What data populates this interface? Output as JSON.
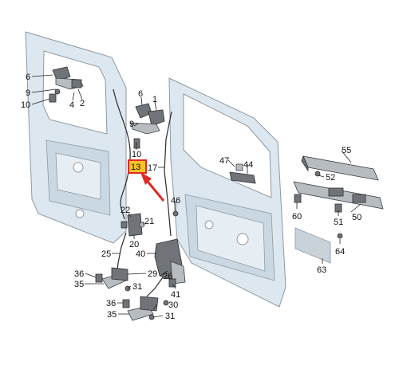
{
  "diagram": {
    "highlight_label": "13",
    "highlight_color": "#e02a2a",
    "box_fill": "#f5c425",
    "labels": {
      "l6a": "6",
      "l9a": "9",
      "l10a": "10",
      "l4a": "4",
      "l2a": "2",
      "l6b": "6",
      "l1": "1",
      "l9b": "9",
      "l10b": "10",
      "l17": "17",
      "l47": "47",
      "l44": "44",
      "l55": "55",
      "l52": "52",
      "l46": "46",
      "l22": "22",
      "l21": "21",
      "l20": "20",
      "l25": "25",
      "l40": "40",
      "l60": "60",
      "l51": "51",
      "l50": "50",
      "l64": "64",
      "l63": "63",
      "l36a": "36",
      "l29": "29",
      "l26": "26",
      "l35a": "35",
      "l31a": "31",
      "l41": "41",
      "l36b": "36",
      "l30": "30",
      "l35b": "35",
      "l31b": "31"
    }
  }
}
